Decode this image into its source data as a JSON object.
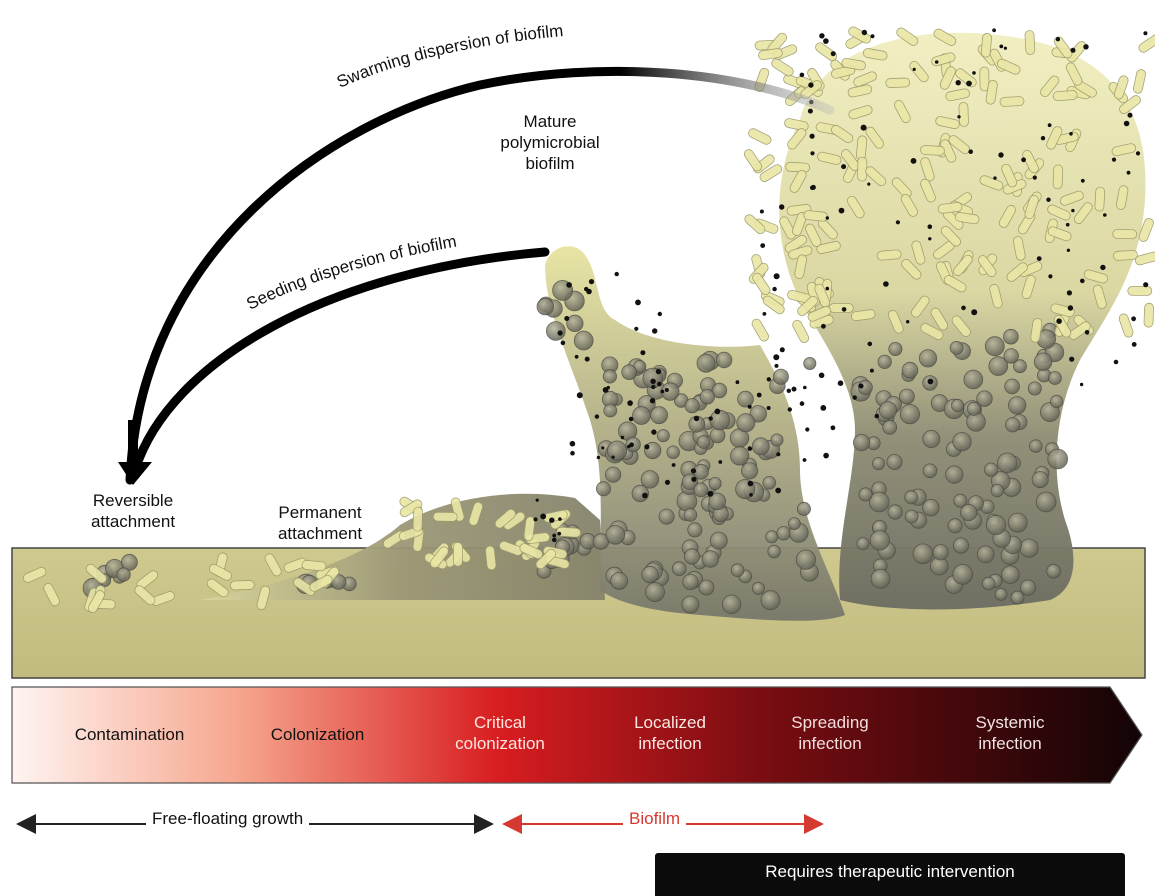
{
  "arcs": {
    "swarming": "Swarming dispersion of biofilm",
    "seeding": "Seeding dispersion of biofilm"
  },
  "labels": {
    "mature": [
      "Mature",
      "polymicrobial",
      "biofilm"
    ],
    "reversible": [
      "Reversible",
      "attachment"
    ],
    "permanent": [
      "Permanent",
      "attachment"
    ]
  },
  "stages": [
    [
      "Contamination"
    ],
    [
      "Colonization"
    ],
    [
      "Critical",
      "colonization"
    ],
    [
      "Localized",
      "infection"
    ],
    [
      "Spreading",
      "infection"
    ],
    [
      "Systemic",
      "infection"
    ]
  ],
  "axis": {
    "free_floating": "Free-floating growth",
    "biofilm": "Biofilm"
  },
  "therapy": "Requires therapeutic intervention",
  "colors": {
    "gradient_start": "#fde9e4",
    "gradient_red": "#d01c1c",
    "gradient_dark": "#150405",
    "biofilm_red": "#d43a2f",
    "substrate": "#c9c48a",
    "cluster": "#7a7a68"
  }
}
